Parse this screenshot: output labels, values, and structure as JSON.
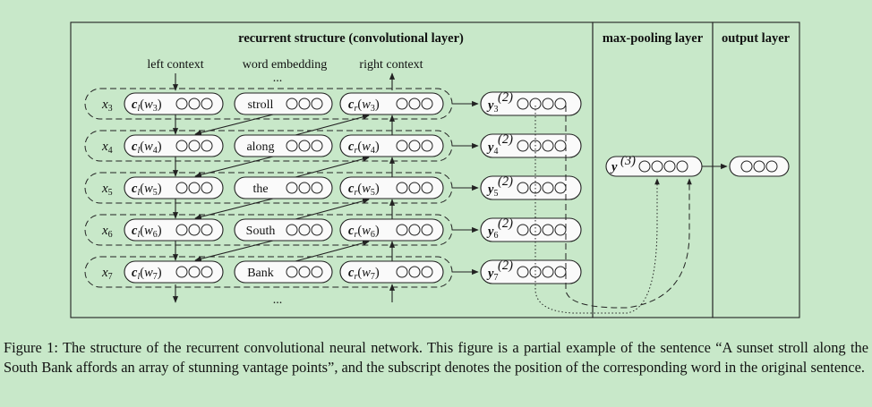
{
  "headers": {
    "conv": "recurrent structure (convolutional layer)",
    "pool": "max-pooling layer",
    "out": "output layer"
  },
  "sublabels": {
    "left": "left context",
    "embed": "word embedding",
    "right": "right context",
    "ellipsis": "..."
  },
  "rows": [
    {
      "x": "x",
      "sub": "3",
      "cl": "c",
      "cl_sub": "l",
      "w": "w",
      "word": "stroll",
      "y": "y"
    },
    {
      "x": "x",
      "sub": "4",
      "cl": "c",
      "cl_sub": "l",
      "w": "w",
      "word": "along",
      "y": "y"
    },
    {
      "x": "x",
      "sub": "5",
      "cl": "c",
      "cl_sub": "l",
      "w": "w",
      "word": "the",
      "y": "y"
    },
    {
      "x": "x",
      "sub": "6",
      "cl": "c",
      "cl_sub": "l",
      "w": "w",
      "word": "South",
      "y": "y"
    },
    {
      "x": "x",
      "sub": "7",
      "cl": "c",
      "cl_sub": "l",
      "w": "w",
      "word": "Bank",
      "y": "y"
    }
  ],
  "y2_sup": "(2)",
  "y3_label": "y",
  "y3_sup": "(3)",
  "cr_sub": "r",
  "caption": "Figure 1: The structure of the recurrent convolutional neural network. This figure is a partial example of the sentence “A sunset stroll along the South Bank affords an array of stunning vantage points”, and the subscript denotes the position of the corresponding word in the original sentence."
}
